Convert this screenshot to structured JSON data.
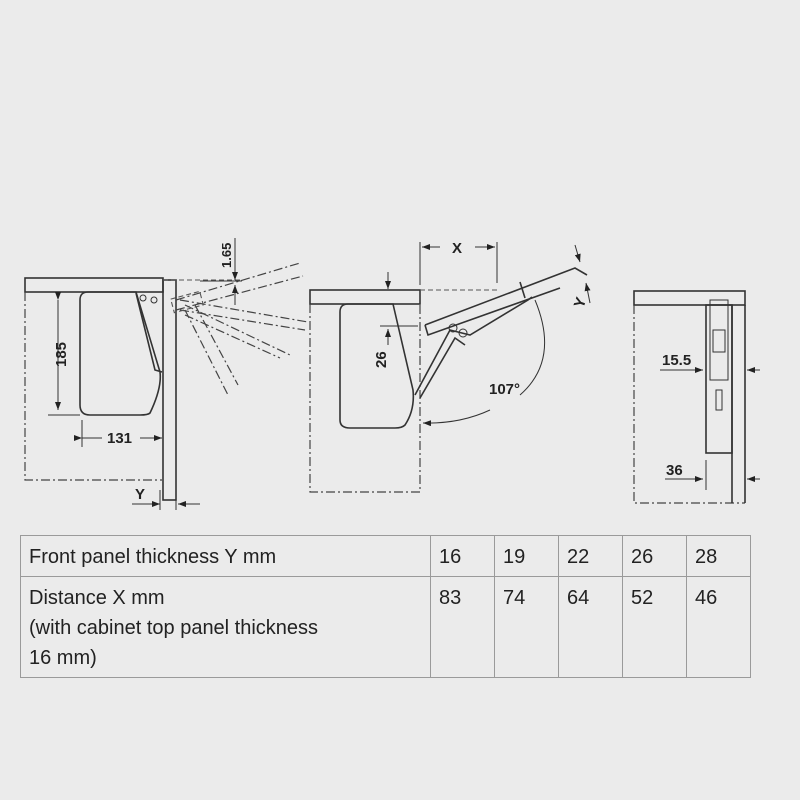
{
  "dimensions": {
    "d_185": "185",
    "d_131": "131",
    "d_y_left": "Y",
    "d_1_65": "1.65",
    "d_x": "X",
    "d_26": "26",
    "d_107": "107°",
    "d_y_mid": "Y",
    "d_15_5": "15.5",
    "d_36": "36"
  },
  "table": {
    "rows": [
      {
        "label": "Front panel thickness Y mm",
        "values": [
          "16",
          "19",
          "22",
          "26",
          "28"
        ]
      },
      {
        "label": "Distance X mm",
        "label2": "(with cabinet top panel thickness",
        "label3": "16 mm)",
        "values": [
          "83",
          "74",
          "64",
          "52",
          "46"
        ]
      }
    ]
  }
}
